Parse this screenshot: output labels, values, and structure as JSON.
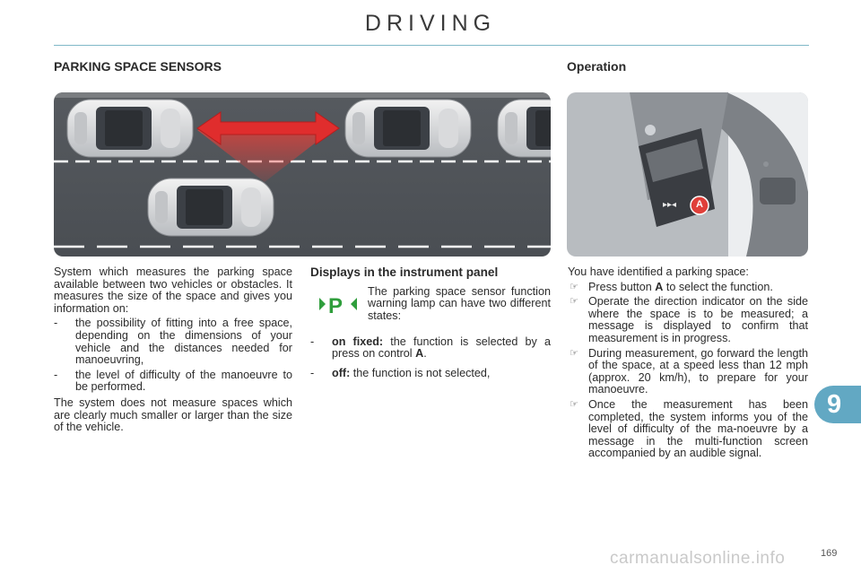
{
  "header": {
    "title": "DRIVING"
  },
  "left_section": {
    "title": "PARKING SPACE SENSORS"
  },
  "right_section": {
    "title": "Operation"
  },
  "intro": {
    "paragraph": "System which measures the parking space available between two vehicles or obstacles. It measures the size of the space and gives you information on:",
    "items": [
      "the possibility of fitting into a free space, depending on the dimensions of your vehicle and the distances needed for manoeuvring,",
      "the level of difficulty of the manoeuvre to be performed."
    ],
    "closing": "The system does not measure spaces which are clearly much smaller or larger than the size of the vehicle."
  },
  "displays": {
    "title": "Displays in the instrument panel",
    "lamp_text": "The parking space sensor function warning lamp can have two different states:",
    "states": [
      {
        "label": "on fixed:",
        "text": " the function is selected by a press on control ",
        "ref": "A",
        "end": "."
      },
      {
        "label": "off:",
        "text": " the function is not selected,",
        "ref": "",
        "end": ""
      }
    ],
    "lamp_color": "#2f9e3c"
  },
  "operation": {
    "intro": "You have identified a parking space:",
    "steps": [
      {
        "before": "Press button ",
        "bold": "A",
        "after": " to select the function."
      },
      {
        "before": "Operate the direction indicator on the side where the space is to be measured; a message is displayed to confirm that measurement is in progress.",
        "bold": "",
        "after": ""
      },
      {
        "before": "During measurement, go forward the length of the space, at a speed less than 12 mph (approx. 20 km/h), to prepare for your manoeuvre.",
        "bold": "",
        "after": ""
      },
      {
        "before": "Once the measurement has been completed, the system informs you of the level of difficulty of the ma-noeuvre by a message in the multi-function screen accompanied by an audible signal.",
        "bold": "",
        "after": ""
      }
    ],
    "button_label": "A"
  },
  "chapter": {
    "number": "9",
    "color": "#62a8c3"
  },
  "page_number": "169",
  "watermark": "carmanualsonline.info"
}
